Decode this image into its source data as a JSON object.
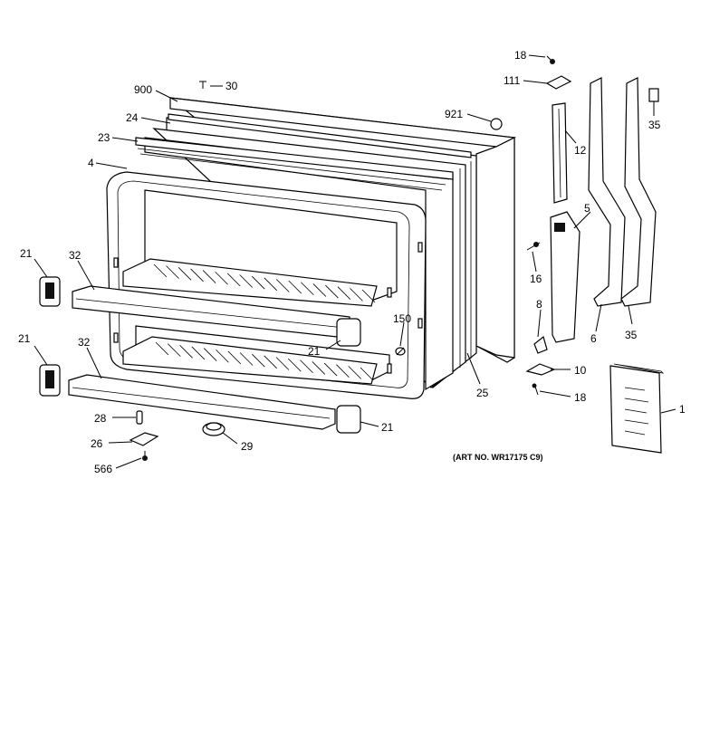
{
  "art_number": "(ART NO. WR17175 C9)",
  "callouts": [
    {
      "id": "c900",
      "text": "900"
    },
    {
      "id": "c30",
      "text": "30"
    },
    {
      "id": "c24",
      "text": "24"
    },
    {
      "id": "c23",
      "text": "23"
    },
    {
      "id": "c4",
      "text": "4"
    },
    {
      "id": "c921",
      "text": "921"
    },
    {
      "id": "c18a",
      "text": "18"
    },
    {
      "id": "c111",
      "text": "111"
    },
    {
      "id": "c35a",
      "text": "35"
    },
    {
      "id": "c12",
      "text": "12"
    },
    {
      "id": "c5",
      "text": "5"
    },
    {
      "id": "c16",
      "text": "16"
    },
    {
      "id": "c8",
      "text": "8"
    },
    {
      "id": "c6",
      "text": "6"
    },
    {
      "id": "c35b",
      "text": "35"
    },
    {
      "id": "c10",
      "text": "10"
    },
    {
      "id": "c18b",
      "text": "18"
    },
    {
      "id": "c1",
      "text": "1"
    },
    {
      "id": "c21a",
      "text": "21"
    },
    {
      "id": "c32a",
      "text": "32"
    },
    {
      "id": "c21b",
      "text": "21"
    },
    {
      "id": "c32b",
      "text": "32"
    },
    {
      "id": "c150",
      "text": "150"
    },
    {
      "id": "c21c",
      "text": "21"
    },
    {
      "id": "c25",
      "text": "25"
    },
    {
      "id": "c28",
      "text": "28"
    },
    {
      "id": "c21d",
      "text": "21"
    },
    {
      "id": "c26",
      "text": "26"
    },
    {
      "id": "c29",
      "text": "29"
    },
    {
      "id": "c566",
      "text": "566"
    }
  ]
}
